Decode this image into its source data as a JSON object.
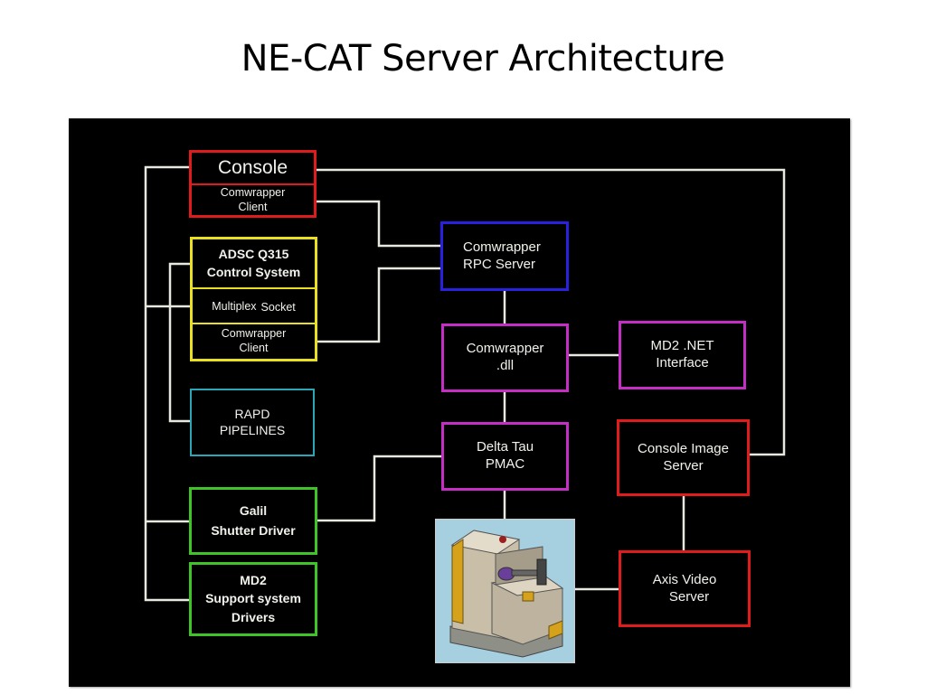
{
  "slide": {
    "title": "NE-CAT Server Architecture"
  },
  "diagram": {
    "colors": {
      "background": "#000000",
      "wire": "#e8e8e0",
      "console": "#e01b1b",
      "adsc": "#e8e020",
      "rpc": "#2a20e0",
      "dll": "#c42ec4",
      "rapd": "#2aa6b8",
      "drivers": "#3fc427",
      "machine_bg": "#a6cfe0"
    },
    "nodes": {
      "console": {
        "title": "Console",
        "sub": [
          "Comwrapper",
          "Client"
        ]
      },
      "adsc": {
        "title": [
          "ADSC Q315",
          "Control System"
        ],
        "mux": [
          "Multiplex",
          "Socket"
        ],
        "sub": [
          "Comwrapper",
          "Client"
        ]
      },
      "rapd": {
        "lines": [
          "RAPD",
          "PIPELINES"
        ]
      },
      "galil": {
        "lines": [
          "Galil",
          "Shutter Driver"
        ]
      },
      "md2_support": {
        "lines": [
          "MD2",
          "Support system",
          "Drivers"
        ]
      },
      "rpc_server": {
        "lines": [
          "Comwrapper",
          "RPC Server"
        ]
      },
      "comwrapper_dll": {
        "lines": [
          "Comwrapper",
          ".dll"
        ]
      },
      "md2_net": {
        "lines": [
          "MD2 .NET",
          "Interface"
        ]
      },
      "delta_tau": {
        "lines": [
          "Delta Tau",
          "PMAC"
        ]
      },
      "console_image": {
        "lines": [
          "Console Image",
          "Server"
        ]
      },
      "axis_video": {
        "lines": [
          "Axis Video",
          "Server"
        ]
      },
      "md2_machine": {
        "image": "md2-diffractometer-render"
      }
    },
    "connections": [
      [
        "console",
        "console_image"
      ],
      [
        "console.comwrapper_client",
        "rpc_server"
      ],
      [
        "adsc.comwrapper_client",
        "rpc_server"
      ],
      [
        "rpc_server",
        "comwrapper_dll"
      ],
      [
        "comwrapper_dll",
        "md2_net"
      ],
      [
        "comwrapper_dll",
        "delta_tau"
      ],
      [
        "delta_tau",
        "md2_machine"
      ],
      [
        "galil",
        "delta_tau"
      ],
      [
        "console_image",
        "axis_video"
      ],
      [
        "md2_machine",
        "axis_video"
      ],
      [
        "console",
        "adsc.multiplex_socket"
      ],
      [
        "console",
        "galil"
      ],
      [
        "console",
        "md2_support"
      ],
      [
        "adsc",
        "rapd"
      ]
    ]
  }
}
